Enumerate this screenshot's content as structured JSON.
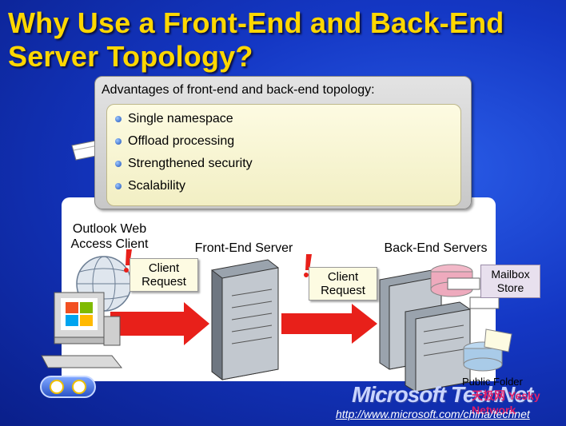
{
  "slide": {
    "title_line1": "Why Use a Front-End and Back-End",
    "title_line2": "Server Topology?"
  },
  "advantages": {
    "heading": "Advantages of front-end and back-end topology:",
    "items": [
      "Single namespace",
      "Offload processing",
      "Strengthened security",
      "Scalability"
    ]
  },
  "diagram": {
    "client_label_line1": "Outlook Web",
    "client_label_line2": "Access Client",
    "frontend_label": "Front-End Server",
    "backend_label": "Back-End Servers",
    "request1_line1": "Client",
    "request1_line2": "Request",
    "request2_line1": "Client",
    "request2_line2": "Request",
    "mailbox_line1": "Mailbox",
    "mailbox_line2": "Store",
    "public_folder": "Public Folder"
  },
  "footer": {
    "logo": "Microsoft TechNet",
    "url": "http://www.microsoft.com/china/technet",
    "watermark": "天极网 Yesky Network"
  },
  "colors": {
    "title": "#ffd700",
    "background": "#1437c4",
    "arrow": "#e8201a",
    "note_fill": "#fdfbe2"
  }
}
